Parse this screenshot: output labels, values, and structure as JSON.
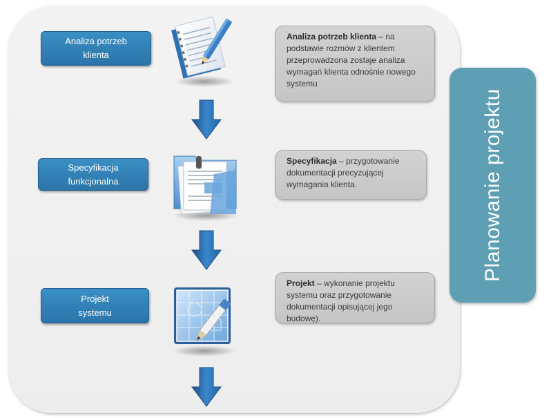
{
  "side_label": "Planowanie projektu",
  "steps": [
    {
      "label": "Analiza potrzeb\nklienta"
    },
    {
      "label": "Specyfikacja\nfunkcjonalna"
    },
    {
      "label": "Projekt\nsystemu"
    }
  ],
  "descriptions": [
    {
      "term": "Analiza potrzeb klienta",
      "text": " – na podstawie rozmów z klientem przeprowadzona zostaje analiza wymagań klienta odnośnie  nowego systemu"
    },
    {
      "term": "Specyfikacja",
      "text": " – przygotowanie dokumentacji precyzującej wymagania klienta."
    },
    {
      "term": "Projekt",
      "text": " – wykonanie  projektu systemu oraz przygotowanie dokumentacji opisującej jego budowę)."
    }
  ],
  "icons": [
    "notepad-pen-icon",
    "folder-documents-icon",
    "blueprint-pen-icon"
  ],
  "colors": {
    "step_fill": "#2e7db3",
    "side_fill": "#5e9fb4",
    "desc_fill": "#cccccc",
    "panel_fill": "#f0f0f0"
  }
}
